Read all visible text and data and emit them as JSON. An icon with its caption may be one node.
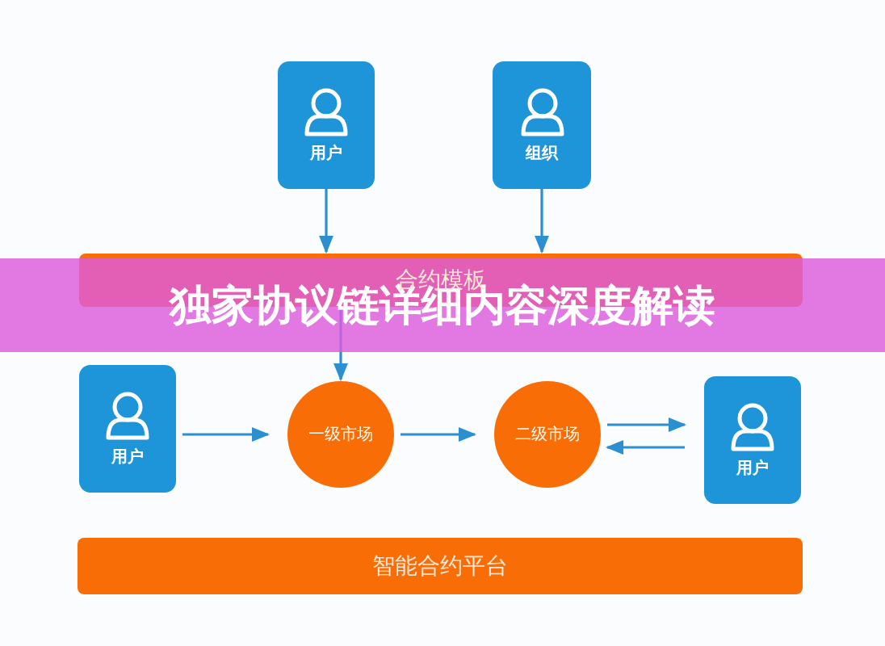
{
  "diagram": {
    "title": "独家协议链详细内容深度解读",
    "nodes": [
      {
        "text": [
          "用户"
        ]
      },
      {
        "text": [
          "组织"
        ]
      },
      {
        "text": [
          "合约模板"
        ]
      },
      {
        "text": [
          "用户"
        ]
      },
      {
        "text": [
          "一级市场"
        ]
      },
      {
        "text": [
          "二级市场"
        ]
      },
      {
        "text": [
          "用户"
        ]
      },
      {
        "text": [
          "智能合约平台"
        ]
      }
    ],
    "edges": [
      {
        "from": 0,
        "to": 2,
        "arrow": "to"
      },
      {
        "from": 1,
        "to": 2,
        "arrow": "to"
      },
      {
        "from": 2,
        "to": 4,
        "arrow": "to"
      },
      {
        "from": 3,
        "to": 4,
        "arrow": "to"
      },
      {
        "from": 4,
        "to": 5,
        "arrow": "to"
      },
      {
        "from": 5,
        "to": 6,
        "arrow": "to"
      },
      {
        "from": 6,
        "to": 5,
        "arrow": "to"
      }
    ]
  }
}
